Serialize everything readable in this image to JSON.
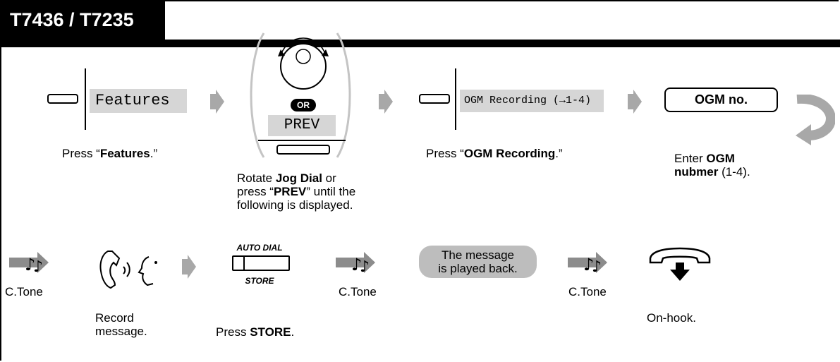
{
  "model_label": "T7436 / T7235",
  "steps": {
    "features": {
      "display": "Features",
      "caption_pre": "Press “",
      "caption_bold": "Features",
      "caption_post": ".”"
    },
    "jog": {
      "or_badge": "OR",
      "display": "PREV",
      "line1_pre": "Rotate ",
      "line1_bold": "Jog Dial",
      "line1_post": " or",
      "line2_pre": "press “",
      "line2_bold": "PREV",
      "line2_post": "” until the",
      "line3": "following is displayed."
    },
    "ogm": {
      "display": "OGM Recording (→1-4)",
      "caption_pre": "Press “",
      "caption_bold": "OGM Recording",
      "caption_post": ".”"
    },
    "ogm_no": {
      "button": "OGM no.",
      "line1_pre": "Enter ",
      "line1_bold": "OGM",
      "line2_bold": "nubmer",
      "line2_post": " (1-4)."
    },
    "tone1": {
      "label": "C.Tone"
    },
    "record": {
      "line1": "Record",
      "line2": "message."
    },
    "store": {
      "top": "AUTO DIAL",
      "bottom": "STORE",
      "caption_pre": "Press ",
      "caption_bold": "STORE",
      "caption_post": "."
    },
    "tone2": {
      "label": "C.Tone"
    },
    "playback": {
      "line1": "The message",
      "line2": "is played back."
    },
    "tone3": {
      "label": "C.Tone"
    },
    "onhook": {
      "caption": "On-hook."
    }
  },
  "colors": {
    "display_bg": "#d6d6d6",
    "arrow": "#a8a8a8",
    "tone_icon": "#8c8c8c",
    "pill": "#bdbdbd"
  }
}
